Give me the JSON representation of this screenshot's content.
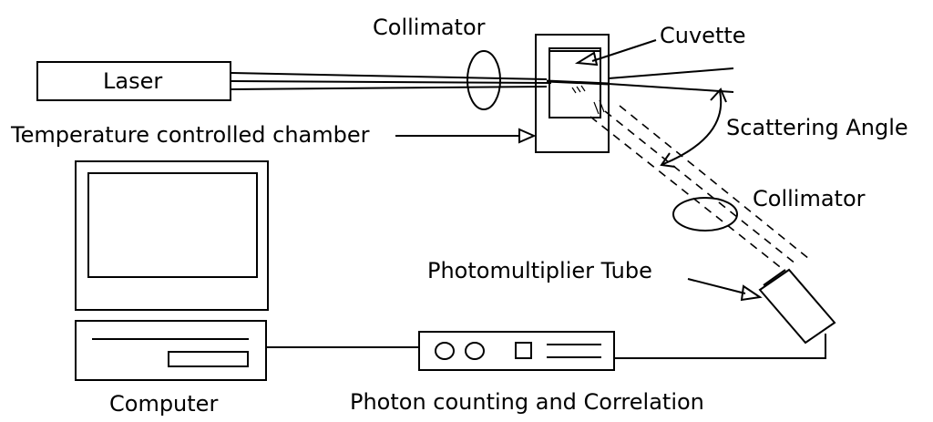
{
  "labels": {
    "laser": "Laser",
    "collimator_top": "Collimator",
    "cuvette": "Cuvette",
    "chamber": "Temperature controlled chamber",
    "scattering_angle": "Scattering Angle",
    "collimator_bottom": "Collimator",
    "pmt": "Photomultiplier Tube",
    "computer": "Computer",
    "photon_counting": "Photon counting and Correlation"
  }
}
